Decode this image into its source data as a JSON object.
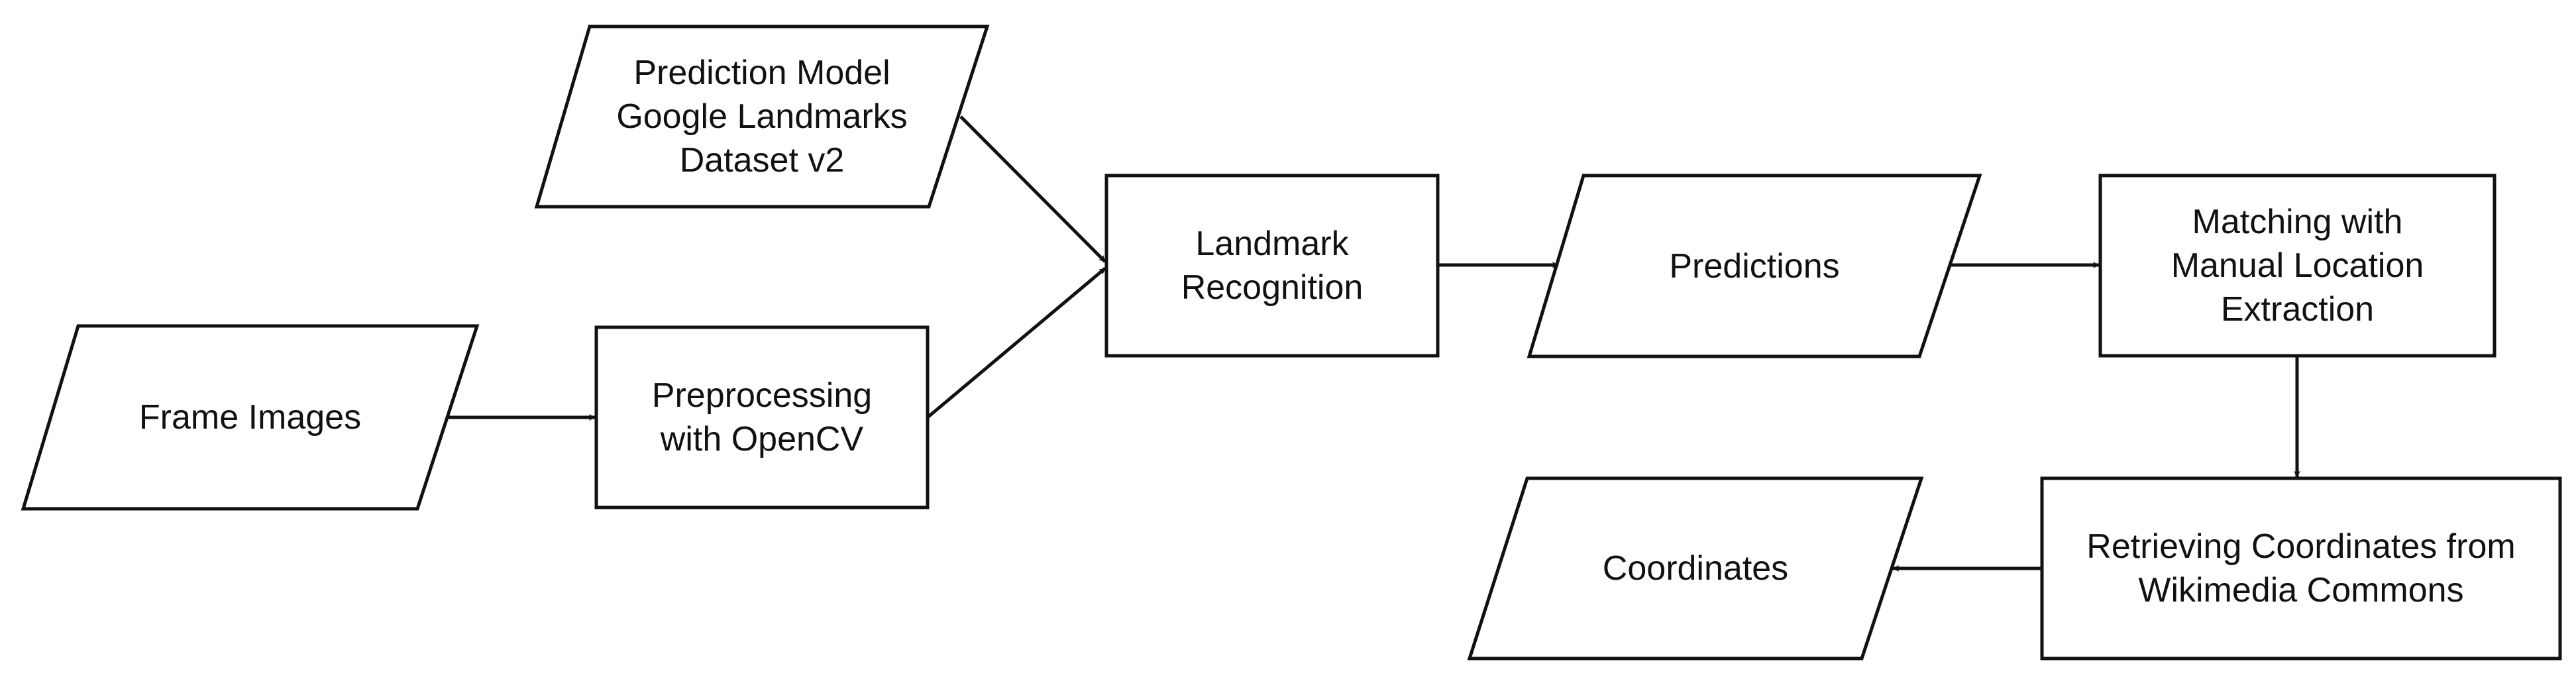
{
  "nodes": {
    "prediction_model": {
      "shape": "parallelogram",
      "text": "Prediction Model\nGoogle Landmarks\nDataset v2"
    },
    "frame_images": {
      "shape": "parallelogram",
      "text": "Frame Images"
    },
    "preprocessing": {
      "shape": "process",
      "text": "Preprocessing\nwith OpenCV"
    },
    "landmark_recognition": {
      "shape": "process",
      "text": "Landmark\nRecognition"
    },
    "predictions": {
      "shape": "parallelogram",
      "text": "Predictions"
    },
    "matching": {
      "shape": "process",
      "text": "Matching with\nManual Location\nExtraction"
    },
    "retrieving": {
      "shape": "process",
      "text": "Retrieving Coordinates from\nWikimedia Commons"
    },
    "coordinates": {
      "shape": "parallelogram",
      "text": "Coordinates"
    }
  },
  "edges": [
    {
      "from": "frame_images",
      "to": "preprocessing"
    },
    {
      "from": "prediction_model",
      "to": "landmark_recognition"
    },
    {
      "from": "preprocessing",
      "to": "landmark_recognition"
    },
    {
      "from": "landmark_recognition",
      "to": "predictions"
    },
    {
      "from": "predictions",
      "to": "matching"
    },
    {
      "from": "matching",
      "to": "retrieving"
    },
    {
      "from": "retrieving",
      "to": "coordinates"
    }
  ],
  "colors": {
    "stroke": "#111111",
    "fill": "#ffffff",
    "text": "#111111"
  }
}
